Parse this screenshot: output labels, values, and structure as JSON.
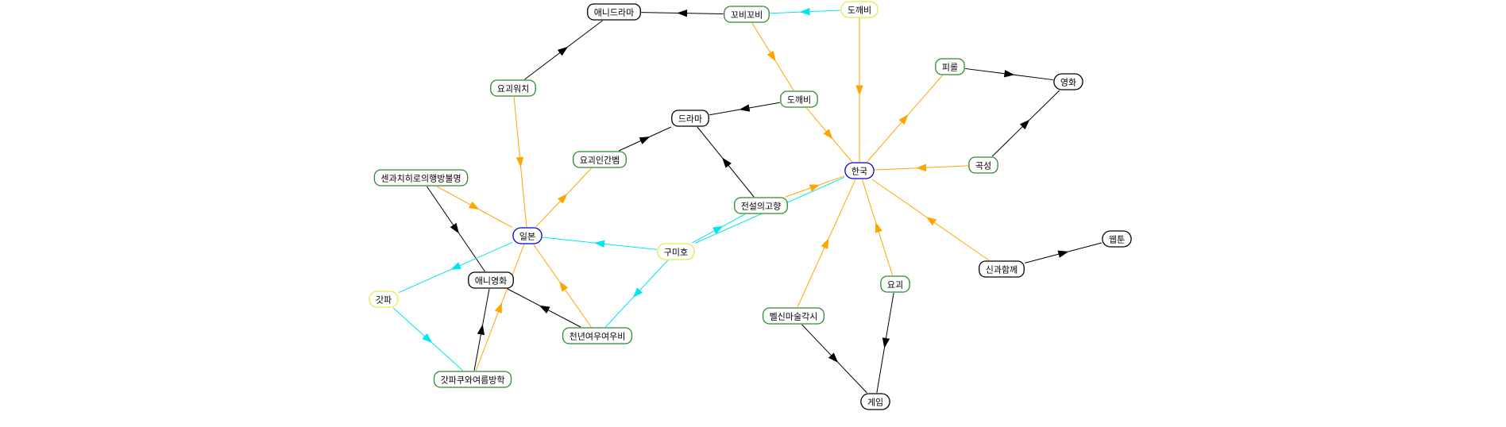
{
  "diagram": {
    "type": "directed-graph",
    "colors": {
      "edge_black": "#000000",
      "edge_orange": "#ffa500",
      "edge_cyan": "#00e5ee",
      "border_green": "#2e8b2e",
      "border_black": "#000000",
      "border_blue": "#0000cd",
      "border_yellow": "#e8e84a",
      "highlight_fill": "#ffee00"
    },
    "nodes": [
      {
        "id": "n_anidrama",
        "label": "애니드라마",
        "border": "border_black"
      },
      {
        "id": "n_kkobi",
        "label": "꼬비꼬비",
        "border": "border_green"
      },
      {
        "id": "n_dokkaebi1",
        "label": "도깨비",
        "border": "border_yellow"
      },
      {
        "id": "n_yokaiwatch",
        "label": "요괴워치",
        "border": "border_green"
      },
      {
        "id": "n_pirul",
        "label": "피롤",
        "border": "border_green"
      },
      {
        "id": "n_movie",
        "label": "영화",
        "border": "border_black"
      },
      {
        "id": "n_dokkaebi2",
        "label": "도깨비",
        "border": "border_green"
      },
      {
        "id": "n_drama",
        "label": "드라마",
        "border": "border_black"
      },
      {
        "id": "n_yokainingen",
        "label": "요괴인간벰",
        "border": "border_green"
      },
      {
        "id": "n_korea",
        "label": "한국",
        "border": "border_blue"
      },
      {
        "id": "n_gokseong",
        "label": "곡성",
        "border": "border_green"
      },
      {
        "id": "n_sen",
        "label": "센과치히로의행방불명",
        "border": "border_green"
      },
      {
        "id": "n_legend",
        "label": "전설의고향",
        "border": "border_green"
      },
      {
        "id": "n_japan",
        "label": "일본",
        "border": "border_blue"
      },
      {
        "id": "n_gumiho",
        "label": "구미호",
        "border": "border_yellow"
      },
      {
        "id": "n_webtoon",
        "label": "웹툰",
        "border": "border_black"
      },
      {
        "id": "n_shingwa",
        "label": "신과함께",
        "border": "border_black",
        "fill": "highlight_fill"
      },
      {
        "id": "n_animovie",
        "label": "애니영화",
        "border": "border_black"
      },
      {
        "id": "n_kappa",
        "label": "갓파",
        "border": "border_yellow"
      },
      {
        "id": "n_yori",
        "label": "요괴",
        "border": "border_green"
      },
      {
        "id": "n_bellsin",
        "label": "벨신마술각시",
        "border": "border_green"
      },
      {
        "id": "n_hyeonnyeon",
        "label": "천년여우여우비",
        "border": "border_green"
      },
      {
        "id": "n_kappaku",
        "label": "갓파쿠와여름방학",
        "border": "border_green"
      },
      {
        "id": "n_game",
        "label": "게임",
        "border": "border_black"
      }
    ],
    "edges": [
      {
        "from": "n_kkobi",
        "to": "n_anidrama",
        "color": "edge_black"
      },
      {
        "from": "n_dokkaebi1",
        "to": "n_kkobi",
        "color": "edge_cyan"
      },
      {
        "from": "n_yokaiwatch",
        "to": "n_anidrama",
        "color": "edge_black"
      },
      {
        "from": "n_dokkaebi1",
        "to": "n_korea",
        "color": "edge_orange"
      },
      {
        "from": "n_kkobi",
        "to": "n_dokkaebi2",
        "color": "edge_orange"
      },
      {
        "from": "n_dokkaebi2",
        "to": "n_drama",
        "color": "edge_black"
      },
      {
        "from": "n_dokkaebi2",
        "to": "n_korea",
        "color": "edge_orange"
      },
      {
        "from": "n_pirul",
        "to": "n_movie",
        "color": "edge_black"
      },
      {
        "from": "n_korea",
        "to": "n_pirul",
        "color": "edge_orange"
      },
      {
        "from": "n_gokseong",
        "to": "n_movie",
        "color": "edge_black"
      },
      {
        "from": "n_gokseong",
        "to": "n_korea",
        "color": "edge_orange"
      },
      {
        "from": "n_yokainingen",
        "to": "n_drama",
        "color": "edge_black"
      },
      {
        "from": "n_japan",
        "to": "n_yokainingen",
        "color": "edge_orange"
      },
      {
        "from": "n_yokaiwatch",
        "to": "n_japan",
        "color": "edge_orange"
      },
      {
        "from": "n_legend",
        "to": "n_drama",
        "color": "edge_black"
      },
      {
        "from": "n_legend",
        "to": "n_korea",
        "color": "edge_orange"
      },
      {
        "from": "n_korea",
        "to": "n_gumiho",
        "color": "edge_cyan"
      },
      {
        "from": "n_gumiho",
        "to": "n_legend",
        "color": "edge_cyan"
      },
      {
        "from": "n_gumiho",
        "to": "n_japan",
        "color": "edge_cyan"
      },
      {
        "from": "n_sen",
        "to": "n_japan",
        "color": "edge_orange"
      },
      {
        "from": "n_sen",
        "to": "n_animovie",
        "color": "edge_black"
      },
      {
        "from": "n_shingwa",
        "to": "n_korea",
        "color": "edge_orange"
      },
      {
        "from": "n_shingwa",
        "to": "n_webtoon",
        "color": "edge_black"
      },
      {
        "from": "n_japan",
        "to": "n_kappa",
        "color": "edge_cyan"
      },
      {
        "from": "n_kappa",
        "to": "n_kappaku",
        "color": "edge_cyan"
      },
      {
        "from": "n_kappaku",
        "to": "n_animovie",
        "color": "edge_black"
      },
      {
        "from": "n_kappaku",
        "to": "n_japan",
        "color": "edge_orange"
      },
      {
        "from": "n_hyeonnyeon",
        "to": "n_animovie",
        "color": "edge_black"
      },
      {
        "from": "n_hyeonnyeon",
        "to": "n_japan",
        "color": "edge_orange"
      },
      {
        "from": "n_gumiho",
        "to": "n_hyeonnyeon",
        "color": "edge_cyan"
      },
      {
        "from": "n_bellsin",
        "to": "n_korea",
        "color": "edge_orange"
      },
      {
        "from": "n_bellsin",
        "to": "n_game",
        "color": "edge_black"
      },
      {
        "from": "n_yori",
        "to": "n_korea",
        "color": "edge_orange"
      },
      {
        "from": "n_yori",
        "to": "n_game",
        "color": "edge_black"
      }
    ]
  }
}
